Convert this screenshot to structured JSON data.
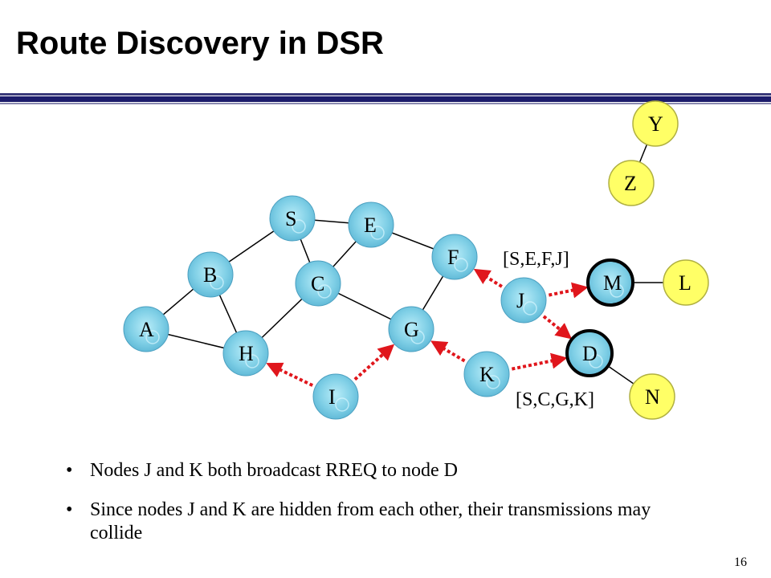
{
  "title": "Route Discovery in DSR",
  "nodes": [
    {
      "id": "S",
      "label": "S",
      "style": "bubble"
    },
    {
      "id": "E",
      "label": "E",
      "style": "bubble"
    },
    {
      "id": "F",
      "label": "F",
      "style": "bubble"
    },
    {
      "id": "B",
      "label": "B",
      "style": "bubble"
    },
    {
      "id": "C",
      "label": "C",
      "style": "bubble"
    },
    {
      "id": "A",
      "label": "A",
      "style": "bubble"
    },
    {
      "id": "G",
      "label": "G",
      "style": "bubble"
    },
    {
      "id": "H",
      "label": "H",
      "style": "bubble"
    },
    {
      "id": "I",
      "label": "I",
      "style": "bubble"
    },
    {
      "id": "K",
      "label": "K",
      "style": "bubble"
    },
    {
      "id": "J",
      "label": "J",
      "style": "bubble"
    },
    {
      "id": "M",
      "label": "M",
      "style": "bubble-highlight"
    },
    {
      "id": "D",
      "label": "D",
      "style": "bubble-highlight"
    },
    {
      "id": "Y",
      "label": "Y",
      "style": "yellow"
    },
    {
      "id": "Z",
      "label": "Z",
      "style": "yellow"
    },
    {
      "id": "L",
      "label": "L",
      "style": "yellow"
    },
    {
      "id": "N",
      "label": "N",
      "style": "yellow"
    }
  ],
  "links": [
    [
      "S",
      "E"
    ],
    [
      "S",
      "B"
    ],
    [
      "S",
      "C"
    ],
    [
      "E",
      "F"
    ],
    [
      "E",
      "C"
    ],
    [
      "B",
      "A"
    ],
    [
      "B",
      "H"
    ],
    [
      "A",
      "H"
    ],
    [
      "H",
      "C"
    ],
    [
      "C",
      "G"
    ],
    [
      "G",
      "F"
    ],
    [
      "Y",
      "Z"
    ],
    [
      "M",
      "L"
    ],
    [
      "D",
      "N"
    ]
  ],
  "broadcasts": [
    [
      "I",
      "H"
    ],
    [
      "I",
      "G"
    ],
    [
      "J",
      "F"
    ],
    [
      "J",
      "M"
    ],
    [
      "J",
      "D"
    ],
    [
      "K",
      "G"
    ],
    [
      "K",
      "D"
    ]
  ],
  "path_labels": [
    {
      "id": "sefj",
      "text": "[S,E,F,J]"
    },
    {
      "id": "scgk",
      "text": "[S,C,G,K]"
    }
  ],
  "bullets": [
    "Nodes J and K both broadcast RREQ to node D",
    "Since nodes J and K are hidden from each other, their transmissions may collide"
  ],
  "page_number": "16",
  "colors": {
    "bubble_fill": "#7fcfe6",
    "bubble_stroke": "#4a9fc0",
    "yellow_fill": "#ffff66",
    "yellow_stroke": "#b0b040",
    "highlight_stroke": "#000000",
    "broadcast": "#e0161c",
    "link": "#000000"
  }
}
